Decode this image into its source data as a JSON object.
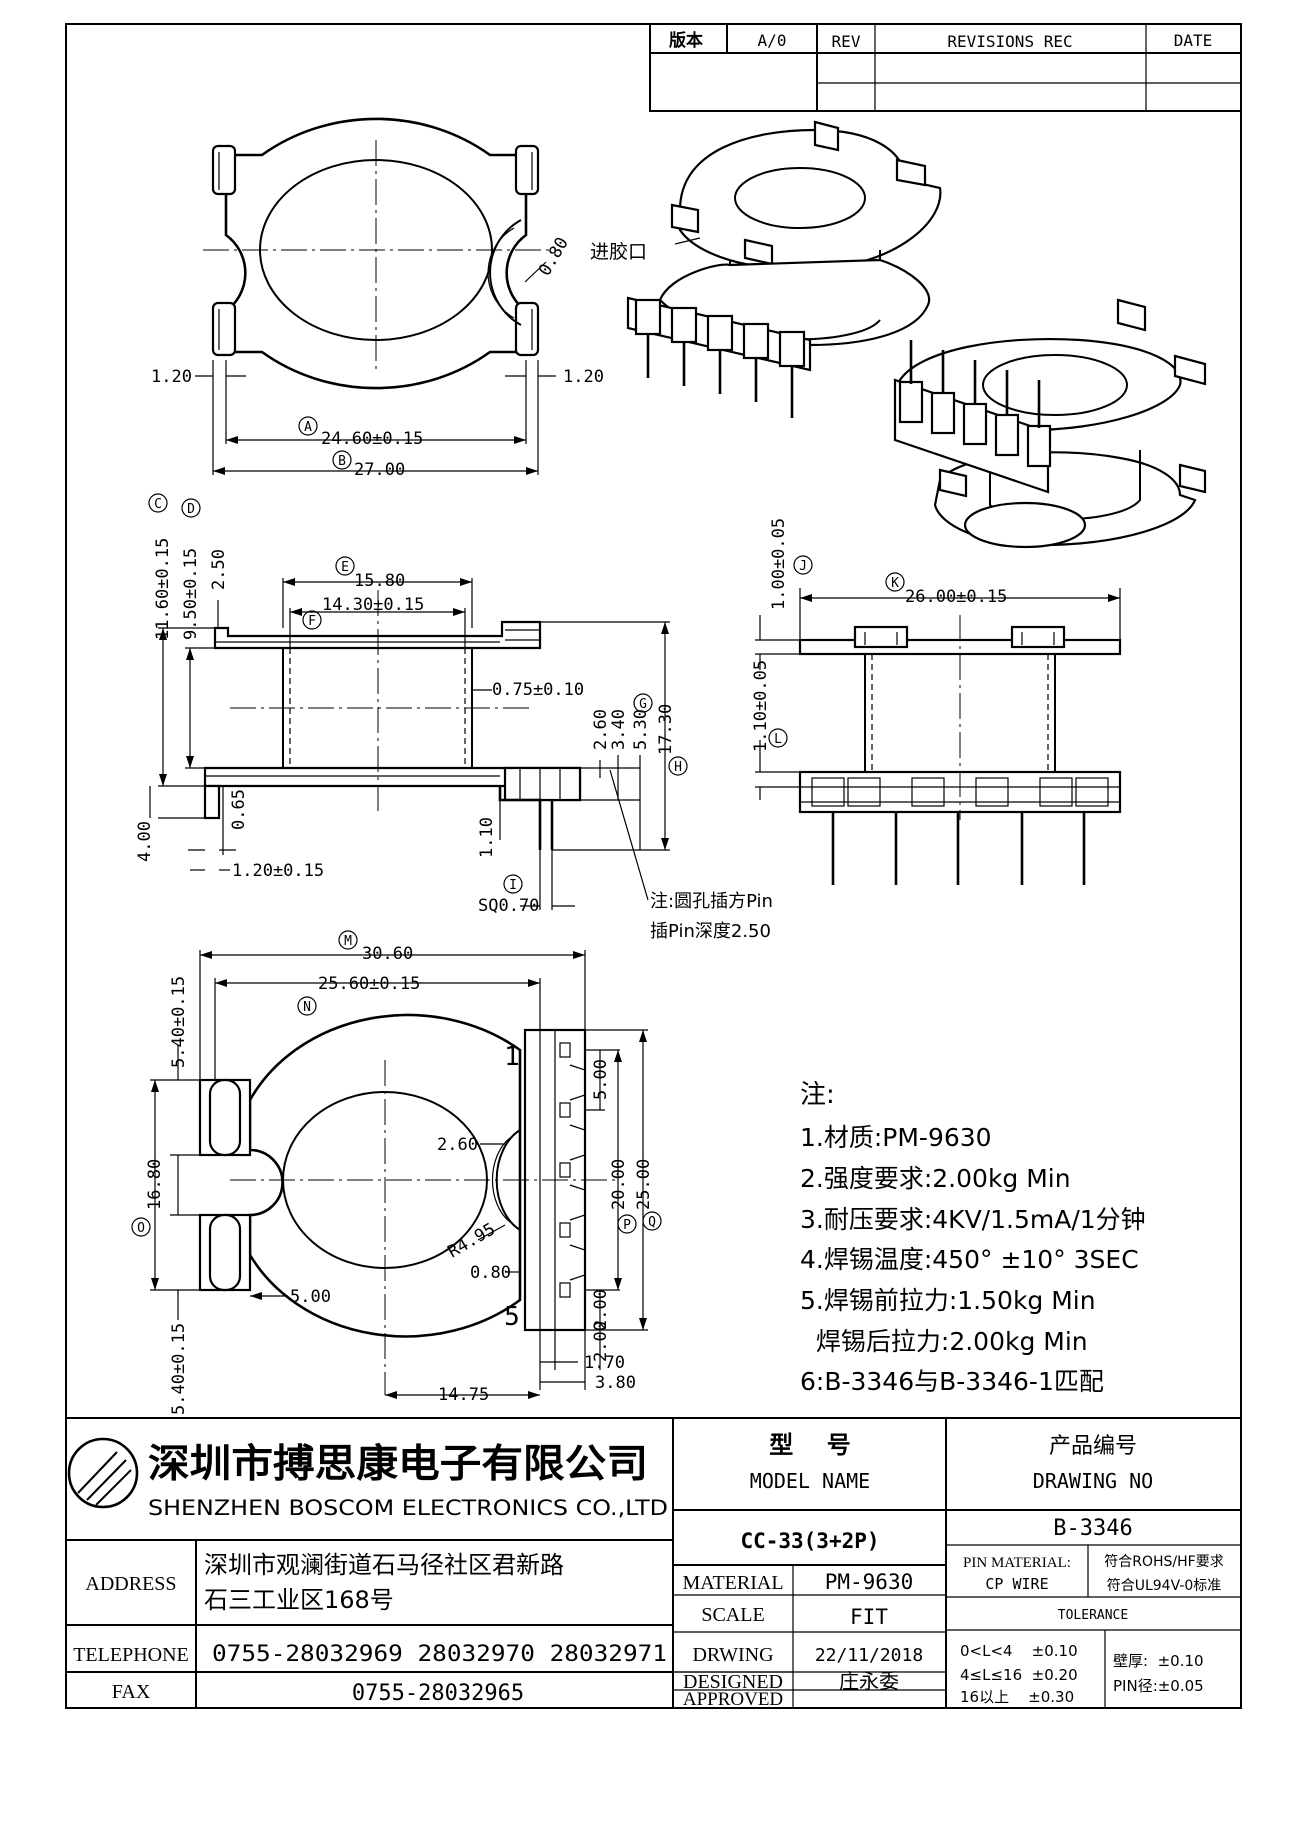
{
  "revision_table": {
    "version_label": "版本",
    "version_value": "A/0",
    "rev_label": "REV",
    "revisions_label": "REVISIONS REC",
    "date_label": "DATE"
  },
  "top_view": {
    "callout_a": "A",
    "callout_b": "B",
    "dim_width_inner": "24.60±0.15",
    "dim_width_outer": "27.00",
    "dim_left_tab": "1.20",
    "dim_right_tab": "1.20",
    "dim_slot_radius": "0.80"
  },
  "iso_view": {
    "gate_label": "进胶口"
  },
  "side_view": {
    "callouts": [
      "C",
      "D",
      "E",
      "F",
      "G",
      "H",
      "I"
    ],
    "dim_total_height": "11.60±0.15",
    "dim_flange_gap": "9.50±0.15",
    "dim_top_flange": "2.50",
    "dim_flange_width": "15.80",
    "dim_tube_width": "14.30±0.15",
    "dim_wall": "0.75±0.10",
    "dim_2_60": "2.60",
    "dim_3_40": "3.40",
    "dim_5_30": "5.30",
    "dim_17_30": "17.30",
    "dim_0_65": "0.65",
    "dim_1_10": "1.10",
    "dim_4_00": "4.00",
    "dim_base": "1.20±0.15",
    "dim_pin": "SQ0.70",
    "note_line1": "注:圆孔插方Pin",
    "note_line2": "插Pin深度2.50"
  },
  "front_view": {
    "callouts": [
      "J",
      "K",
      "L"
    ],
    "dim_1_00": "1.00±0.05",
    "dim_width": "26.00±0.15",
    "dim_1_10": "1.10±0.05"
  },
  "bottom_view": {
    "callouts": [
      "M",
      "N",
      "O",
      "P",
      "Q"
    ],
    "dim_overall": "30.60",
    "dim_inner": "25.60±0.15",
    "dim_5_40_top": "5.40±0.15",
    "dim_5_40_bot": "5.40±0.15",
    "dim_16_80": "16.80",
    "dim_2_60": "2.60",
    "dim_r495": "R4.95",
    "dim_0_80": "0.80",
    "dim_5_00_left": "5.00",
    "dim_14_75": "14.75",
    "dim_5_00_pitch": "5.00",
    "dim_20_00": "20.00",
    "dim_25_00": "25.00",
    "dim_2_00_a": "2.00",
    "dim_2_00_b": "2.00",
    "dim_1_70": "1.70",
    "dim_3_80": "3.80",
    "pin_1": "1",
    "pin_5": "5"
  },
  "notes": {
    "title": "注:",
    "lines": [
      "1.材质:PM-9630",
      "2.强度要求:2.00kg Min",
      "3.耐压要求:4KV/1.5mA/1分钟",
      "4.焊锡温度:450° ±10° 3SEC",
      "5.焊锡前拉力:1.50kg Min",
      "  焊锡后拉力:2.00kg Min",
      "6:B-3346与B-3346-1匹配"
    ]
  },
  "title_block": {
    "company_cn": "深圳市搏思康电子有限公司",
    "company_en": "SHENZHEN BOSCOM ELECTRONICS CO.,LTD",
    "address_label": "ADDRESS",
    "address_line1": "深圳市观澜街道石马径社区君新路",
    "address_line2": "石三工业区168号",
    "telephone_label": "TELEPHONE",
    "telephone_value": "0755-28032969 28032970 28032971",
    "fax_label": "FAX",
    "fax_value": "0755-28032965",
    "model_label_cn": "型    号",
    "model_label_en": "MODEL NAME",
    "model_value": "CC-33(3+2P)",
    "drawing_label_cn": "产品编号",
    "drawing_label_en": "DRAWING NO",
    "drawing_value": "B-3346",
    "material_label": "MATERIAL",
    "material_value": "PM-9630",
    "scale_label": "SCALE",
    "scale_value": "FIT",
    "drawing_date_label": "DRWING",
    "drawing_date_value": "22/11/2018",
    "designed_label": "DESIGNED",
    "designed_value": "庄永委",
    "approved_label": "APPROVED",
    "approved_value": "",
    "pin_material_label": "PIN MATERIAL:",
    "pin_material_value": "CP WIRE",
    "rohs": "符合ROHS/HF要求",
    "ul": "符合UL94V-0标准",
    "tolerance_label": "TOLERANCE",
    "tol_1": "0<L<4    ±0.10",
    "tol_2": "4≤L≤16  ±0.20",
    "tol_3": "16以上    ±0.30",
    "wall_tol": "壁厚:  ±0.10",
    "pin_tol": "PIN径:±0.05"
  }
}
